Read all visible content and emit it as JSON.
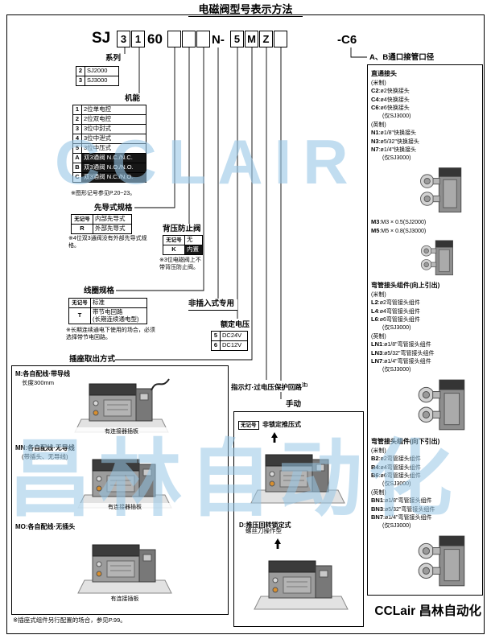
{
  "page": {
    "title": "电磁阀型号表示方法",
    "footer_brand": "CCLair 昌林自动化",
    "watermark_latin": "CCLAIR",
    "watermark_cjk": "昌林自动化"
  },
  "model_code": {
    "prefix": "SJ",
    "series": "3",
    "function": "1",
    "base": "60",
    "blank1": "",
    "blank2": "",
    "blank3": "",
    "non_plug": "N-",
    "voltage": "5",
    "connector": "M",
    "indicator": "Z",
    "manual": "",
    "port": "-C6"
  },
  "series": {
    "label": "系列",
    "rows": [
      {
        "code": "2",
        "value": "SJ2000"
      },
      {
        "code": "3",
        "value": "SJ3000"
      }
    ]
  },
  "function": {
    "label": "机能",
    "rows": [
      {
        "code": "1",
        "value": "2位单电控"
      },
      {
        "code": "2",
        "value": "2位双电控"
      },
      {
        "code": "3",
        "value": "3位中封式"
      },
      {
        "code": "4",
        "value": "3位中泄式"
      },
      {
        "code": "5",
        "value": "3位中压式"
      },
      {
        "code": "A",
        "value": "双3通阀 N.C./N.C."
      },
      {
        "code": "B",
        "value": "双3通阀 N.O./N.O."
      },
      {
        "code": "C",
        "value": "双3通阀 N.C./N.O."
      }
    ],
    "note": "※图形记号参见P.20~23。"
  },
  "pilot": {
    "label": "先导式规格",
    "rows": [
      {
        "code": "无记号",
        "value": "内部先导式"
      },
      {
        "code": "R",
        "value": "外部先导式"
      }
    ],
    "note": "※4位双3通阀没有外部先导式规格。"
  },
  "back_pressure": {
    "label": "背压防止阀",
    "rows": [
      {
        "code": "无记号",
        "value": "无"
      },
      {
        "code": "K",
        "value": "内置"
      }
    ],
    "note": "※3位电磁阀上不带背压防止阀。"
  },
  "coil": {
    "label": "线圈规格",
    "rows": [
      {
        "code": "无记号",
        "value": "标准",
        "value2": ""
      },
      {
        "code": "T",
        "value": "带节电回路",
        "value2": "(长期连续通电型)"
      }
    ],
    "note": "※长期连续通电下使用的场合，必须选择带节电回路。"
  },
  "non_plug_in": {
    "label": "非插入式专用"
  },
  "voltage": {
    "label": "额定电压",
    "rows": [
      {
        "code": "5",
        "value": "DC24V"
      },
      {
        "code": "6",
        "value": "DC12V"
      }
    ]
  },
  "connector_entry": {
    "label": "插座取出方式",
    "items": [
      {
        "code": "M",
        "title": ":各自配线·带导线",
        "subtitle": "长度300mm",
        "caption": "有连接器插板"
      },
      {
        "code": "MN",
        "title": ":各自配线·无导线",
        "subtitle": "(带插头、无导线)",
        "caption": "有连接器插板"
      },
      {
        "code": "MO",
        "title": ":各自配线·无插头",
        "subtitle": "",
        "caption": "有连接插板"
      }
    ],
    "note": "※插座式组件另行配置的场合，参见P.99。"
  },
  "indicator_section": {
    "label": "指示灯·过电压保护回路",
    "sup": "注)"
  },
  "manual_section": {
    "label": "手动",
    "items": [
      {
        "code": "无记号",
        "title": "非锁定推压式",
        "subtitle": ""
      },
      {
        "code": "D",
        "title": ":推压回转锁定式",
        "subtitle": "螺丝刀操作型"
      }
    ]
  },
  "port_section": {
    "label": "A、B通口接管口径",
    "straight_title": "直通接头",
    "metric_label": "(米制)",
    "inch_label": "(英制)",
    "only_note": "(仅SJ3000)",
    "straight_metric": [
      {
        "code": "C2",
        "desc": ":ø2快换接头"
      },
      {
        "code": "C4",
        "desc": ":ø4快换接头"
      },
      {
        "code": "C6",
        "desc": ":ø6快换接头"
      }
    ],
    "straight_inch": [
      {
        "code": "N1",
        "desc": ":ø1/8\"快换接头"
      },
      {
        "code": "N3",
        "desc": ":ø5/32\"快换接头"
      },
      {
        "code": "N7",
        "desc": ":ø1/4\"快换接头"
      }
    ],
    "thread": [
      {
        "code": "M3",
        "desc": ":M3 × 0.5(SJ2000)"
      },
      {
        "code": "M5",
        "desc": ":M5 × 0.8(SJ3000)"
      }
    ],
    "elbow_up_title": "弯管接头组件(向上引出)",
    "elbow_up_metric": [
      {
        "code": "L2",
        "desc": ":ø2弯管接头组件"
      },
      {
        "code": "L4",
        "desc": ":ø4弯管接头组件"
      },
      {
        "code": "L6",
        "desc": ":ø6弯管接头组件"
      }
    ],
    "elbow_up_inch": [
      {
        "code": "LN1",
        "desc": ":ø1/8\"弯管接头组件"
      },
      {
        "code": "LN3",
        "desc": ":ø5/32\"弯管接头组件"
      },
      {
        "code": "LN7",
        "desc": ":ø1/4\"弯管接头组件"
      }
    ],
    "elbow_down_title": "弯管接头组件(向下引出)",
    "elbow_down_metric": [
      {
        "code": "B2",
        "desc": ":ø2弯管接头组件"
      },
      {
        "code": "B4",
        "desc": ":ø4弯管接头组件"
      },
      {
        "code": "B6",
        "desc": ":ø6弯管接头组件"
      }
    ],
    "elbow_down_inch": [
      {
        "code": "BN1",
        "desc": ":ø1/8\"弯管接头组件"
      },
      {
        "code": "BN3",
        "desc": ":ø5/32\"弯管接头组件"
      },
      {
        "code": "BN7",
        "desc": ":ø1/4\"弯管接头组件"
      }
    ]
  }
}
